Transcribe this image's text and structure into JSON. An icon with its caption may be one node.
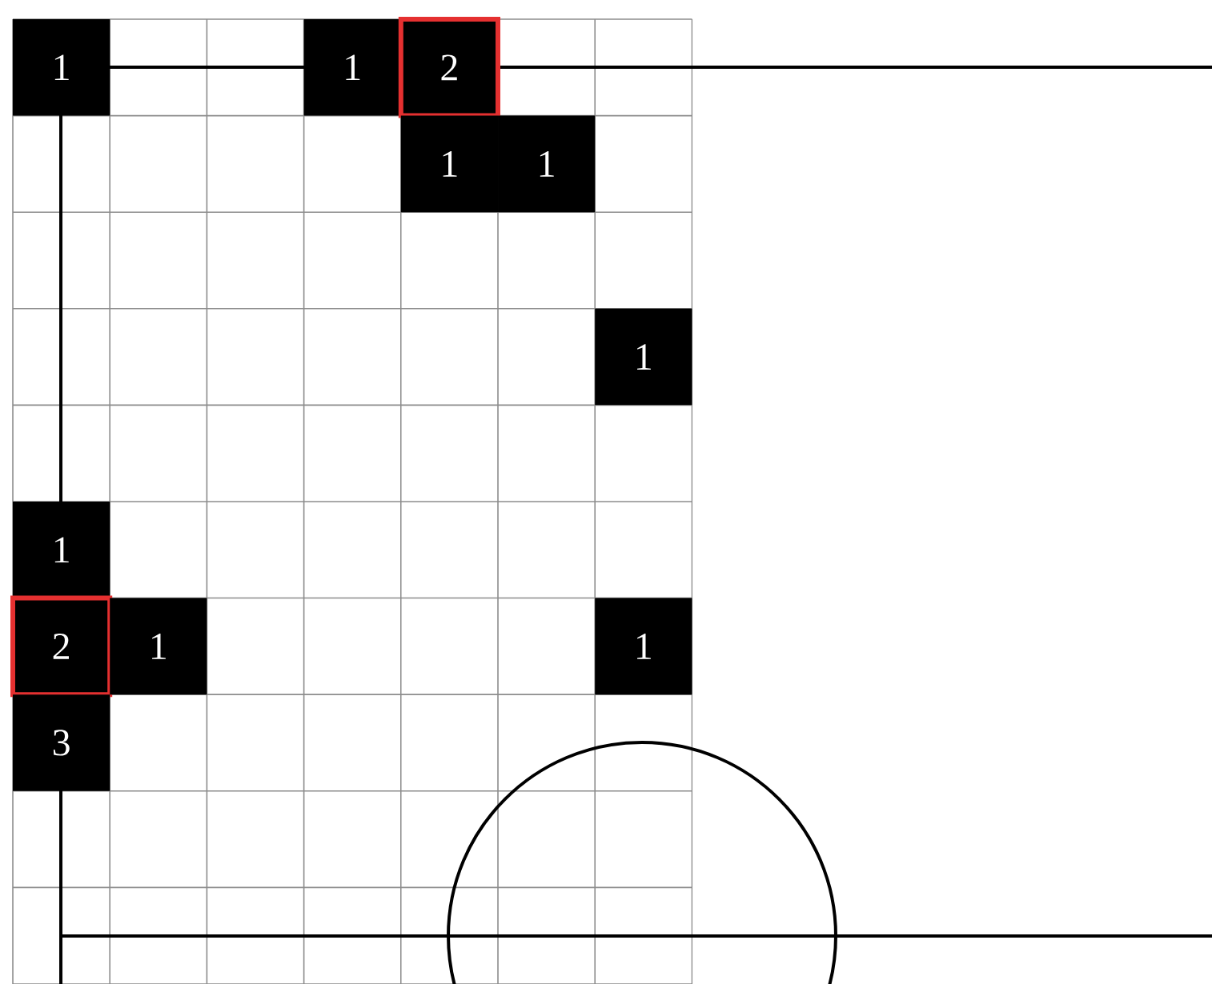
{
  "diagram": {
    "nodes": [
      {
        "text": [
          "1"
        ]
      },
      {
        "text": [
          "1"
        ]
      },
      {
        "text": [
          "2"
        ]
      },
      {
        "text": [
          "1"
        ]
      },
      {
        "text": [
          "1"
        ]
      },
      {
        "text": [
          "1"
        ]
      },
      {
        "text": [
          "1"
        ]
      },
      {
        "text": [
          "2"
        ]
      },
      {
        "text": [
          "1"
        ]
      },
      {
        "text": [
          "1"
        ]
      },
      {
        "text": [
          "3"
        ]
      }
    ]
  }
}
